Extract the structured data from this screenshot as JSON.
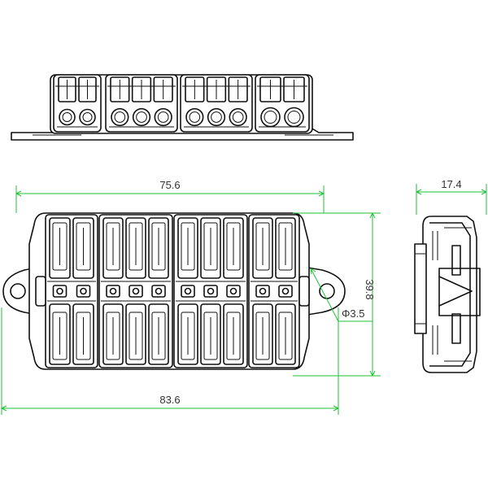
{
  "colors": {
    "outline": "#111111",
    "dimension_line": "#22c03a",
    "dimension_text": "#333333",
    "background": "#ffffff"
  },
  "dimensions": {
    "length_top": "75.6",
    "length_overall": "83.6",
    "height": "39.8",
    "hole_diameter": "Φ3.5",
    "depth": "17.4"
  },
  "views": {
    "top": "elevation-view",
    "front": "plan-view",
    "side": "side-view"
  }
}
